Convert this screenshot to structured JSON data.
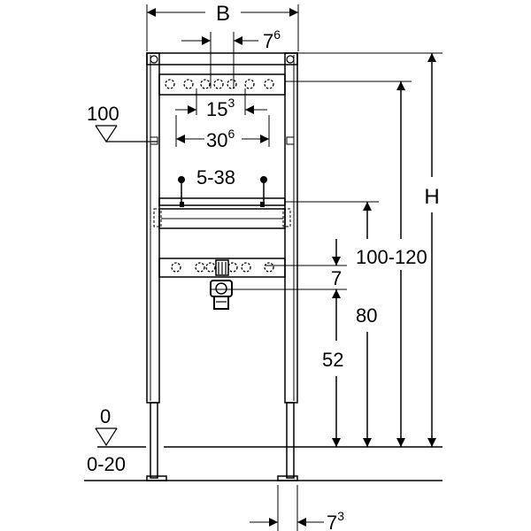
{
  "labels": {
    "width_b": "B",
    "offset_top": "7",
    "offset_top_sup": "6",
    "spacing_small": "15",
    "spacing_small_sup": "3",
    "spacing_large": "30",
    "spacing_large_sup": "6",
    "range_mid": "5-38",
    "level_100": "100",
    "height_h": "H",
    "range_100_120": "100-120",
    "dim_7": "7",
    "dim_80": "80",
    "dim_52": "52",
    "level_0": "0",
    "range_0_20": "0-20",
    "offset_bottom": "7",
    "offset_bottom_sup": "3"
  }
}
